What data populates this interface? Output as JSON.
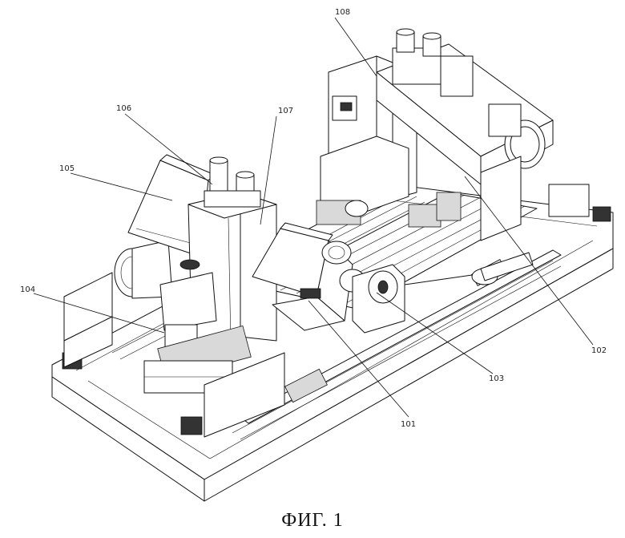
{
  "figure": {
    "caption": "ФИГ. 1",
    "labels": {
      "l101": "101",
      "l102": "102",
      "l103": "103",
      "l104": "104",
      "l105": "105",
      "l106": "106",
      "l107": "107",
      "l108": "108"
    }
  }
}
